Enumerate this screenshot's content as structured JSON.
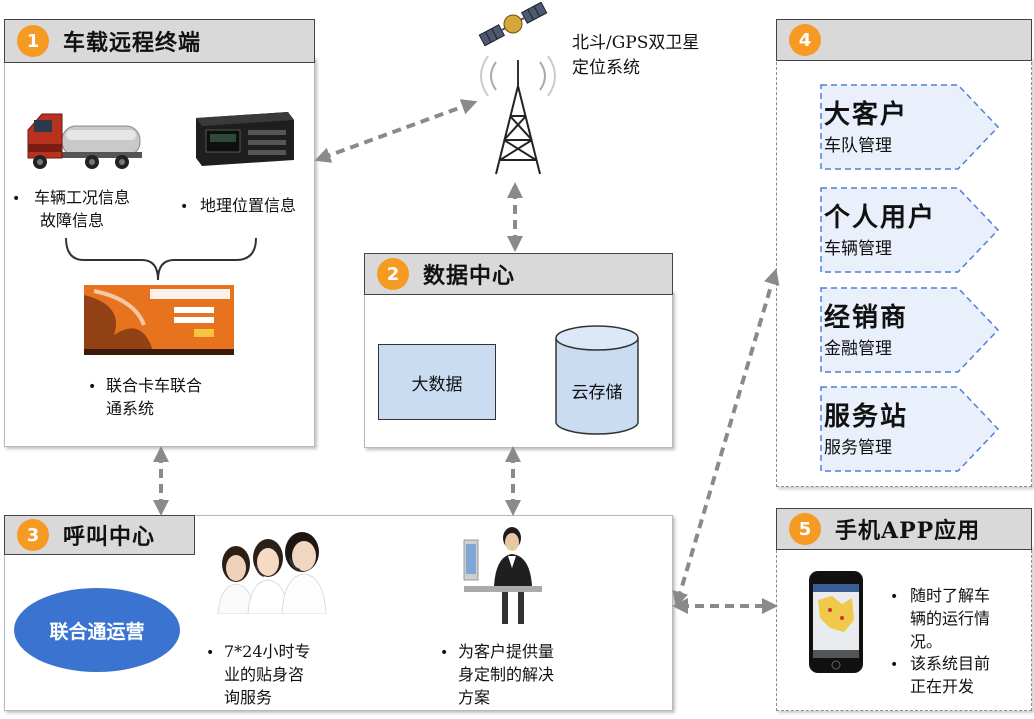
{
  "satellite": {
    "caption": "北斗/GPS双卫星定位系统",
    "caption_line1": "北斗/GPS双卫星",
    "caption_line2": "定位系统"
  },
  "terminal": {
    "badge": "1",
    "title": "车载远程终端",
    "info_vehicle_line1": "车辆工况信息",
    "info_vehicle_line2": "故障信息",
    "info_location": "地理位置信息",
    "system_line1": "联合卡车联合",
    "system_line2": "通系统"
  },
  "data_center": {
    "badge": "2",
    "title": "数据中心",
    "big_data": "大数据",
    "cloud": "云存储"
  },
  "call_center": {
    "badge": "3",
    "title": "呼叫中心",
    "operation": "联合通运营",
    "service_line1": "7*24小时专",
    "service_line2": "业的贴身咨",
    "service_line3": "询服务",
    "solution_line1": "为客户提供量",
    "solution_line2": "身定制的解决",
    "solution_line3": "方案"
  },
  "customers": {
    "badge": "4",
    "title": "",
    "items": [
      {
        "name": "大客户",
        "sub": "车队管理"
      },
      {
        "name": "个人用户",
        "sub": "车辆管理"
      },
      {
        "name": "经销商",
        "sub": "金融管理"
      },
      {
        "name": "服务站",
        "sub": "服务管理"
      }
    ]
  },
  "mobile_app": {
    "badge": "5",
    "title": "手机APP应用",
    "note1_line1": "随时了解车",
    "note1_line2": "辆的运行情",
    "note1_line3": "况。",
    "note2_line1": "该系统目前",
    "note2_line2": "正在开发"
  },
  "colors": {
    "badge": "#f59a23",
    "header_bg": "#d9d9d9",
    "data_box": "#c9dcf2",
    "operation_oval": "#3a74d0",
    "arrow": "#8a8a8a",
    "customer_dash": "#4f7fd8"
  }
}
